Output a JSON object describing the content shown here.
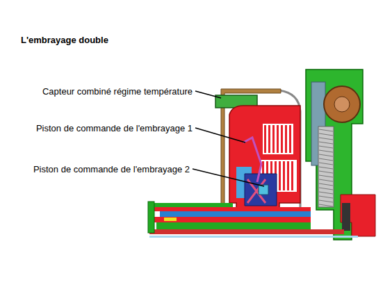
{
  "diagram": {
    "title": "L'embrayage double",
    "labels": [
      "Capteur combiné régime température",
      "Piston de commande de l'embrayage 1",
      "Piston de commande de l'embrayage 2"
    ]
  }
}
